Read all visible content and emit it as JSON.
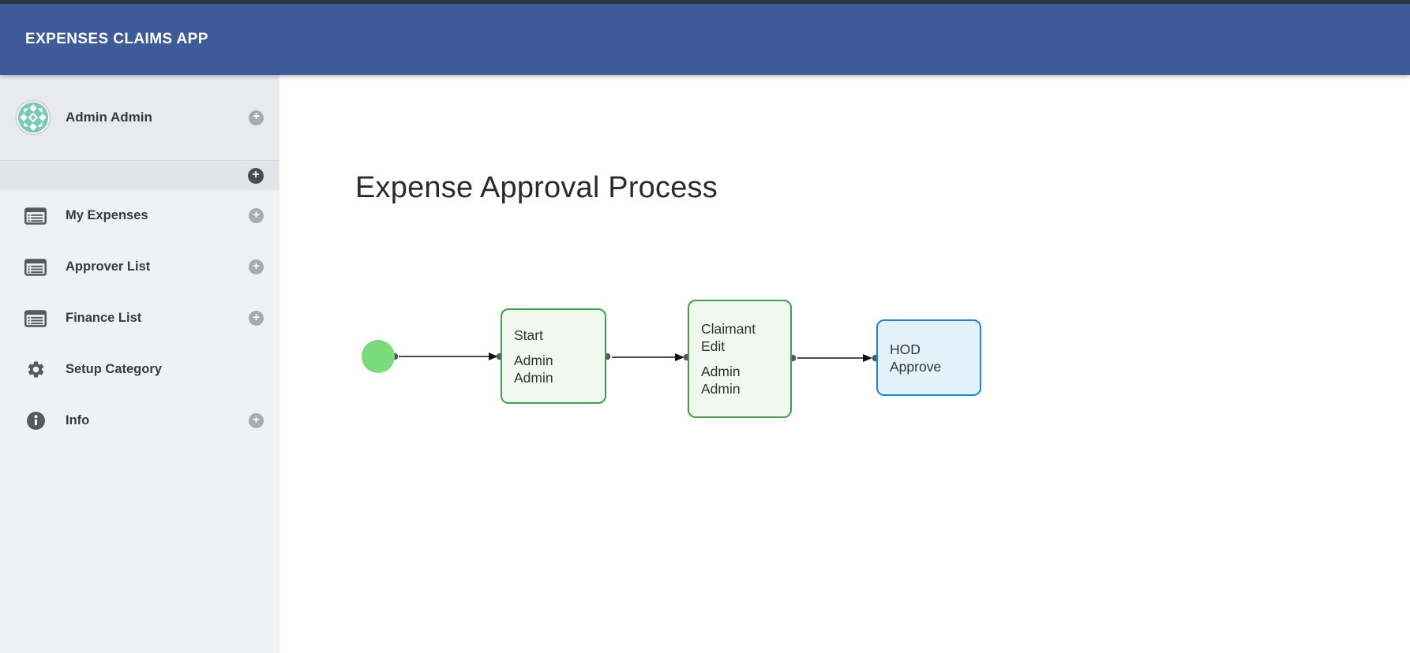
{
  "header": {
    "app_title": "EXPENSES CLAIMS APP"
  },
  "colors": {
    "top_strip": "#2e3542",
    "header": "#3d5a99",
    "sidebar_top": "#e9eaec",
    "sidebar_selected": "#e3e4e7",
    "sidebar_menu": "#f0f1f4"
  },
  "sidebar": {
    "add_glyph": "+",
    "user": {
      "name": "Admin Admin"
    },
    "items": [
      {
        "label": "My Expenses",
        "icon": "list-icon",
        "has_add": true
      },
      {
        "label": "Approver List",
        "icon": "list-icon",
        "has_add": true
      },
      {
        "label": "Finance List",
        "icon": "list-icon",
        "has_add": true
      },
      {
        "label": "Setup Category",
        "icon": "gear-icon",
        "has_add": false
      },
      {
        "label": "Info",
        "icon": "info-icon",
        "has_add": true
      }
    ]
  },
  "main": {
    "title": "Expense Approval Process"
  },
  "flowchart": {
    "nodes": [
      {
        "id": "start-point",
        "type": "circle",
        "title": "",
        "theme": "start-circle"
      },
      {
        "id": "start",
        "type": "box",
        "title": "Start",
        "assignee": "Admin Admin",
        "theme": "green"
      },
      {
        "id": "claimant-edit",
        "type": "box",
        "title": "Claimant Edit",
        "assignee": "Admin Admin",
        "theme": "green"
      },
      {
        "id": "hod-approve",
        "type": "box",
        "title": "HOD Approve",
        "theme": "blue"
      }
    ],
    "edges": [
      {
        "from": "start-point",
        "to": "start"
      },
      {
        "from": "start",
        "to": "claimant-edit"
      },
      {
        "from": "claimant-edit",
        "to": "hod-approve"
      }
    ],
    "colors": {
      "green_border": "#43a047",
      "green_fill": "#f0f8f0",
      "blue_border": "#1b87d9",
      "blue_fill": "#e4f2fc",
      "start_circle": "#7bdb7b",
      "connector_dot": "#4e5a66"
    }
  }
}
